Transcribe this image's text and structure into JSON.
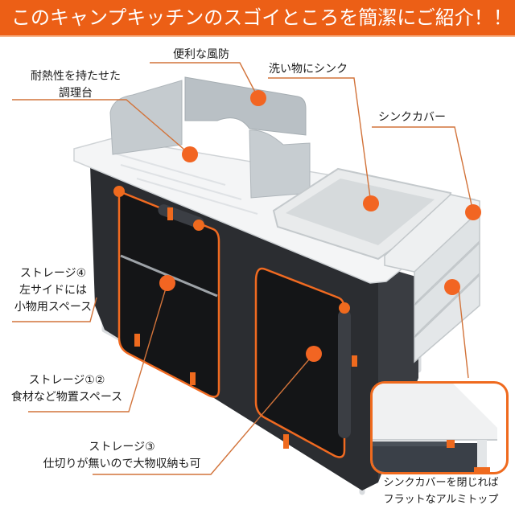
{
  "header": {
    "title": "このキャンプキッチンのスゴイところを簡潔にご紹介！！",
    "background_color": "#ec5f16"
  },
  "callouts": [
    {
      "id": "heat-resistant-worktop",
      "lines": [
        "耐熱性を持たせた",
        "調理台"
      ]
    },
    {
      "id": "windscreen",
      "lines": [
        "便利な風防"
      ]
    },
    {
      "id": "sink",
      "lines": [
        "洗い物にシンク"
      ]
    },
    {
      "id": "sink-cover",
      "lines": [
        "シンクカバー"
      ]
    },
    {
      "id": "storage-4",
      "lines": [
        "ストレージ④",
        "左サイドには",
        "小物用スペース"
      ]
    },
    {
      "id": "storage-1-2",
      "lines": [
        "ストレージ①②",
        "食材など物置スペース"
      ]
    },
    {
      "id": "storage-3",
      "lines": [
        "ストレージ③",
        "仕切りが無いので大物収納も可"
      ]
    }
  ],
  "inset": {
    "caption_lines": [
      "シンクカバーを閉じれば",
      "フラットなアルミトップ"
    ]
  },
  "colors": {
    "accent": "#ec5f16",
    "marker_dot": "#f26522",
    "leader_line": "#d2733a",
    "fabric": "#2b2d31",
    "frame": "#e6e8ea"
  }
}
